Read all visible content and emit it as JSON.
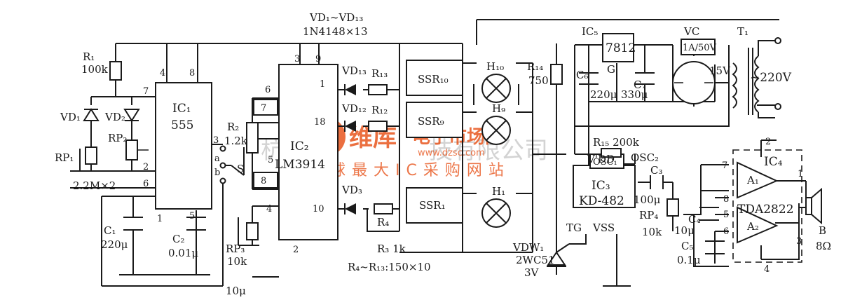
{
  "diagram": {
    "ics": [
      {
        "id": "ic1",
        "name": "IC₁",
        "part": "555"
      },
      {
        "id": "ic2",
        "name": "IC₂",
        "part": "LM3914"
      },
      {
        "id": "ic3",
        "name": "IC₃",
        "part": "KD-482"
      },
      {
        "id": "ic4",
        "name": "IC₄",
        "part": "TDA2822"
      },
      {
        "id": "ic5",
        "name": "IC₅",
        "part": "7812"
      }
    ],
    "labels": {
      "vd_range": "VD₁~VD₁₃",
      "vd_part": "1N4148×13",
      "r1": "R₁",
      "r1_val": "100k",
      "vd1": "VD₁",
      "vd2": "VD₂",
      "rp1": "RP₁",
      "rp2": "RP₂",
      "rp_val": "2.2M×2",
      "c1": "C₁",
      "c1_val": "220μ",
      "c2": "C₂",
      "c2_val": "0.01μ",
      "r2": "R₂",
      "r2_val": "1.2k",
      "switch": "S",
      "sw_a": "a",
      "sw_b": "b",
      "rp3": "RP₃",
      "rp3_val": "10k",
      "bottom_cap": "10μ",
      "vd13": "VD₁₃",
      "vd12": "VD₁₂",
      "vd3": "VD₃",
      "r13": "R₁₃",
      "r12": "R₁₂",
      "r4": "R₄",
      "r3": "R₃ 1k",
      "r4r13": "R₄~R₁₃:150×10",
      "ssr10": "SSR₁₀",
      "ssr9": "SSR₉",
      "ssr1": "SSR₁",
      "h10": "H₁₀",
      "h9": "H₉",
      "h1": "H₁",
      "r14": "R₁₄",
      "r14_val": "750",
      "vdw": "VDW₁",
      "vdw_part": "2WC51",
      "vdw_val": "3V",
      "r15": "R₁₅ 200k",
      "osc2": "OSC₂",
      "osc1": "OSC₁",
      "vdd": "V'DD",
      "tg": "TG",
      "vss": "VSS",
      "c3": "C₃",
      "c3_val": "100μ",
      "rp4": "RP₄",
      "rp4_val": "10k",
      "c4": "C₄",
      "c4_val": "10μ",
      "c5": "C₅",
      "c5_val": "0.1μ",
      "c6": "C₆",
      "c6_val": "220μ",
      "c7": "C₇",
      "c7_val": "330μ",
      "g": "G",
      "vc": "VC",
      "vc_spec": "1A/50V",
      "v15": "15V",
      "t1": "T₁",
      "mains": "~220V",
      "a1": "A₁",
      "a2": "A₂",
      "spk": "B",
      "spk_val": "8Ω"
    },
    "pins": {
      "ic1": {
        "p4": "4",
        "p8": "8",
        "p7": "7",
        "p3": "3",
        "p2": "2",
        "p6": "6",
        "p1": "1",
        "p5": "5"
      },
      "ic2": {
        "p3": "3",
        "p9": "9",
        "p1": "1",
        "p18": "18",
        "p10": "10",
        "p6": "6",
        "p7": "7",
        "p5": "5",
        "p8": "8",
        "p4": "4",
        "p2": "2"
      },
      "ic4": {
        "p7": "7",
        "p8": "8",
        "p5": "5",
        "p6": "6",
        "p1": "1",
        "p2": "2",
        "p3": "3",
        "p4": "4"
      }
    },
    "watermark": {
      "brand": "维库",
      "sub": "电子市场网",
      "url": "www.dzsc.com",
      "slogan": "全球最大IC采购网站",
      "city": "杭州",
      "company": "技有限公司"
    }
  }
}
